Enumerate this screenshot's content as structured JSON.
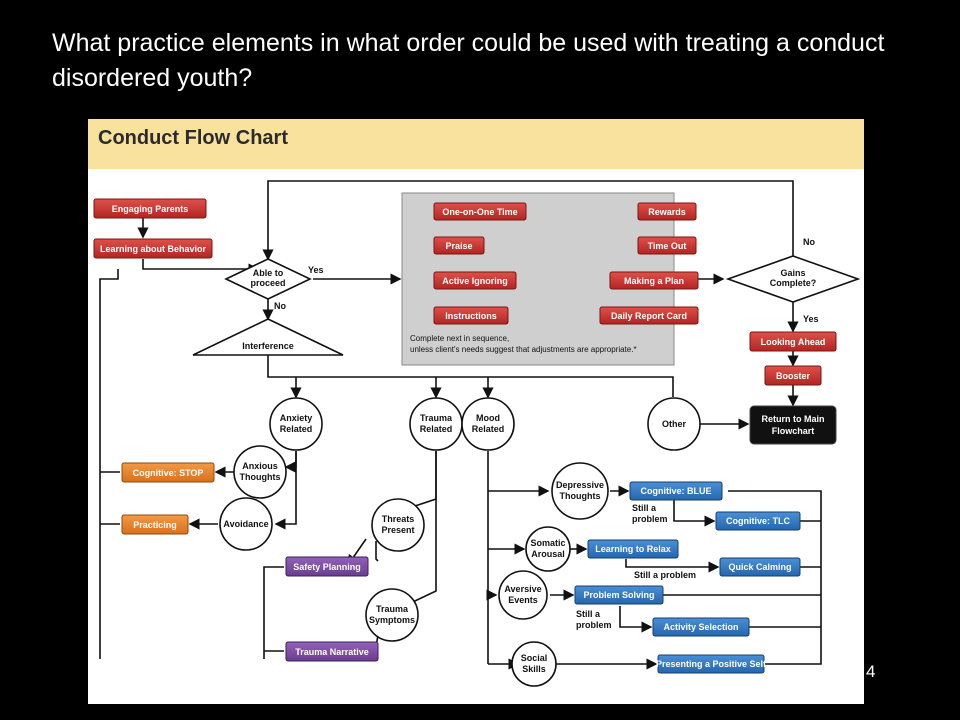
{
  "slide": {
    "title": "What practice elements in what order could be used with treating a conduct disordered youth?",
    "page_number": "4"
  },
  "chart": {
    "title": "Conduct Flow Chart",
    "engaging_parents": "Engaging Parents",
    "learning_about_behavior": "Learning about Behavior",
    "able_to_proceed_1": "Able to",
    "able_to_proceed_2": "proceed",
    "yes_1": "Yes",
    "no_1": "No",
    "interference": "Interference",
    "one_on_one_time": "One-on-One Time",
    "praise": "Praise",
    "active_ignoring": "Active Ignoring",
    "instructions": "Instructions",
    "rewards": "Rewards",
    "time_out": "Time Out",
    "making_a_plan": "Making a Plan",
    "daily_report_card": "Daily Report Card",
    "sequence_note_1": "Complete next in sequence,",
    "sequence_note_2": "unless client's needs suggest that adjustments are appropriate.*",
    "gains_complete_1": "Gains",
    "gains_complete_2": "Complete?",
    "no_2": "No",
    "yes_2": "Yes",
    "looking_ahead": "Looking Ahead",
    "booster": "Booster",
    "return_main_1": "Return to Main",
    "return_main_2": "Flowchart",
    "anxiety_1": "Anxiety",
    "anxiety_2": "Related",
    "trauma_1": "Trauma",
    "trauma_2": "Related",
    "mood_1": "Mood",
    "mood_2": "Related",
    "other": "Other",
    "anxious_1": "Anxious",
    "anxious_2": "Thoughts",
    "avoidance": "Avoidance",
    "cognitive_stop": "Cognitive: STOP",
    "practicing": "Practicing",
    "threats_1": "Threats",
    "threats_2": "Present",
    "safety_planning": "Safety Planning",
    "trauma_symptoms_1": "Trauma",
    "trauma_symptoms_2": "Symptoms",
    "trauma_narrative": "Trauma Narrative",
    "depressive_1": "Depressive",
    "depressive_2": "Thoughts",
    "cognitive_blue": "Cognitive: BLUE",
    "still_problem_a1": "Still a",
    "still_problem_a2": "problem",
    "cognitive_tlc": "Cognitive: TLC",
    "somatic_1": "Somatic",
    "somatic_2": "Arousal",
    "learning_to_relax": "Learning to Relax",
    "still_problem_b": "Still a problem",
    "quick_calming": "Quick Calming",
    "aversive_1": "Aversive",
    "aversive_2": "Events",
    "problem_solving": "Problem Solving",
    "still_problem_c1": "Still a",
    "still_problem_c2": "problem",
    "activity_selection": "Activity Selection",
    "social_1": "Social",
    "social_2": "Skills",
    "presenting_positive_self": "Presenting a Positive Self"
  },
  "colors": {
    "red_box": "#c8332f",
    "orange_box": "#e8822a",
    "purple_box": "#7a4aa0",
    "blue_box": "#2f77c0",
    "header": "#f9e29e",
    "grey_panel": "#cfcfcf"
  }
}
